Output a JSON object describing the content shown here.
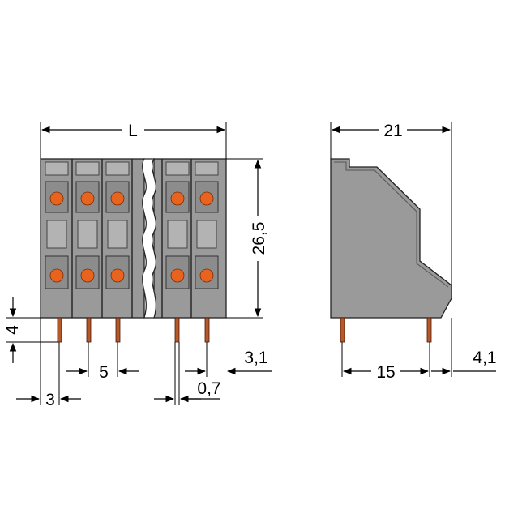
{
  "front_view": {
    "dim_length": "L",
    "dim_height": "26,5",
    "dim_pin_length": "4",
    "dim_pitch": "5",
    "dim_edge_offset": "3",
    "dim_pin_width": "0,7",
    "dim_right_offset": "3,1"
  },
  "side_view": {
    "dim_depth": "21",
    "dim_pin_spacing": "15",
    "dim_rear_offset": "4,1"
  },
  "colors": {
    "housing": "#9a9a9a",
    "lever": "#e8641e",
    "pin": "#b5582a"
  }
}
